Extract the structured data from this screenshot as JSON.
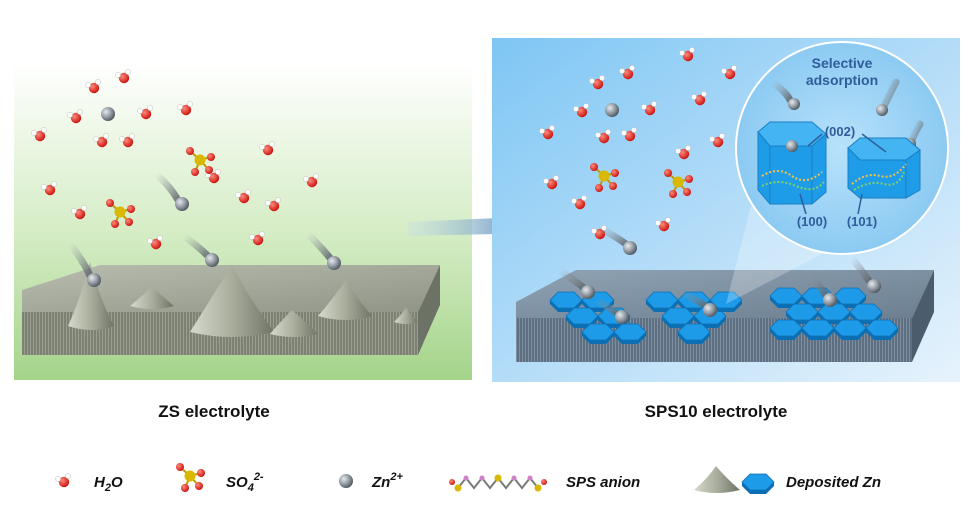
{
  "panels": {
    "left_label": "ZS electrolyte",
    "right_label": "SPS10 electrolyte"
  },
  "inset": {
    "title_line1": "Selective",
    "title_line2": "adsorption",
    "facet_002": "(002)",
    "facet_100": "(100)",
    "facet_101": "(101)"
  },
  "legend": {
    "h2o": "H",
    "h2o_sub": "2",
    "h2o_tail": "O",
    "so4": "SO",
    "so4_sub": "4",
    "so4_sup": "2-",
    "zn": "Zn",
    "zn_sup": "2+",
    "sps": "SPS anion",
    "deposited": "Deposited Zn"
  },
  "colors": {
    "left_bg_top": "#ffffff",
    "left_bg_bottom": "#a8d690",
    "right_bg": "#5ab4f0",
    "water_o": "#e02020",
    "sulfur": "#d4b400",
    "zinc_ion": "#6b7078",
    "hex_zn": "#1e9be8"
  }
}
